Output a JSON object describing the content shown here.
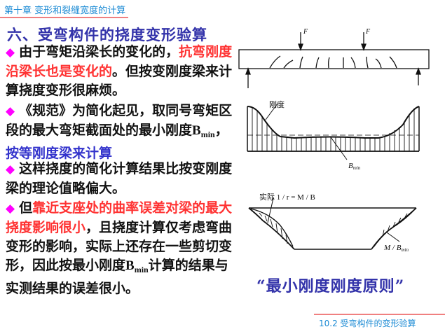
{
  "header": {
    "chapter": "第十章  变形和裂缝宽度的计算",
    "line_color": "#f08080"
  },
  "section": {
    "title": "六、受弯构件的挠度变形验算"
  },
  "bullets": [
    {
      "icon": "diamond-bullet-icon",
      "parts": [
        {
          "text": "由于弯矩沿梁长的变化的，",
          "style": "normal"
        },
        {
          "text": "抗弯刚度沿梁长也是变化的",
          "style": "red"
        },
        {
          "text": "。但按变刚度梁来计算挠度变形很麻烦。",
          "style": "normal"
        }
      ]
    },
    {
      "icon": "diamond-bullet-icon",
      "parts": [
        {
          "text": "《规范》为简化起见，取同号弯矩区段的最大弯矩截面处的最小刚度",
          "style": "normal"
        },
        {
          "text": "B",
          "style": "symbol"
        },
        {
          "text": "min",
          "style": "subscript"
        },
        {
          "text": "，",
          "style": "normal"
        },
        {
          "text": "按等刚度梁来计算",
          "style": "blue"
        }
      ]
    },
    {
      "icon": "diamond-bullet-icon",
      "parts": [
        {
          "text": "这样挠度的简化计算结果比按变刚度梁的理论值略偏大。",
          "style": "normal"
        }
      ]
    },
    {
      "icon": "diamond-bullet-icon",
      "parts": [
        {
          "text": "但",
          "style": "normal"
        },
        {
          "text": "靠近支座处的曲率误差对梁的最大挠度影响很小",
          "style": "red"
        },
        {
          "text": "，且挠度计算仅考虑弯曲变形的影响，实际上还存在一些剪切变形，因此按最小刚度",
          "style": "normal"
        },
        {
          "text": "B",
          "style": "symbol"
        },
        {
          "text": "min",
          "style": "subscript"
        },
        {
          "text": "计算的结果与实测结果的误差很小。",
          "style": "normal"
        }
      ]
    }
  ],
  "figure": {
    "beam": {
      "load_label_left": "F",
      "load_label_right": "F"
    },
    "stiffness_diagram": {
      "label_stiffness": "刚度",
      "label_bmin": "B",
      "label_bmin_sub": "min"
    },
    "curvature_diagram": {
      "label_actual": "实际 1 / r = M / B",
      "label_mbmin": "M / B",
      "label_mbmin_sub": "min"
    }
  },
  "principle": {
    "text": "“最小刚度刚度原则”"
  },
  "footer": {
    "text": "10.2 受弯构件的变形验算"
  },
  "colors": {
    "header_text": "#1a8ad4",
    "title": "#3333aa",
    "highlight_red": "#ff3333",
    "highlight_blue": "#3333cc",
    "bullet": "#ff00ff"
  }
}
